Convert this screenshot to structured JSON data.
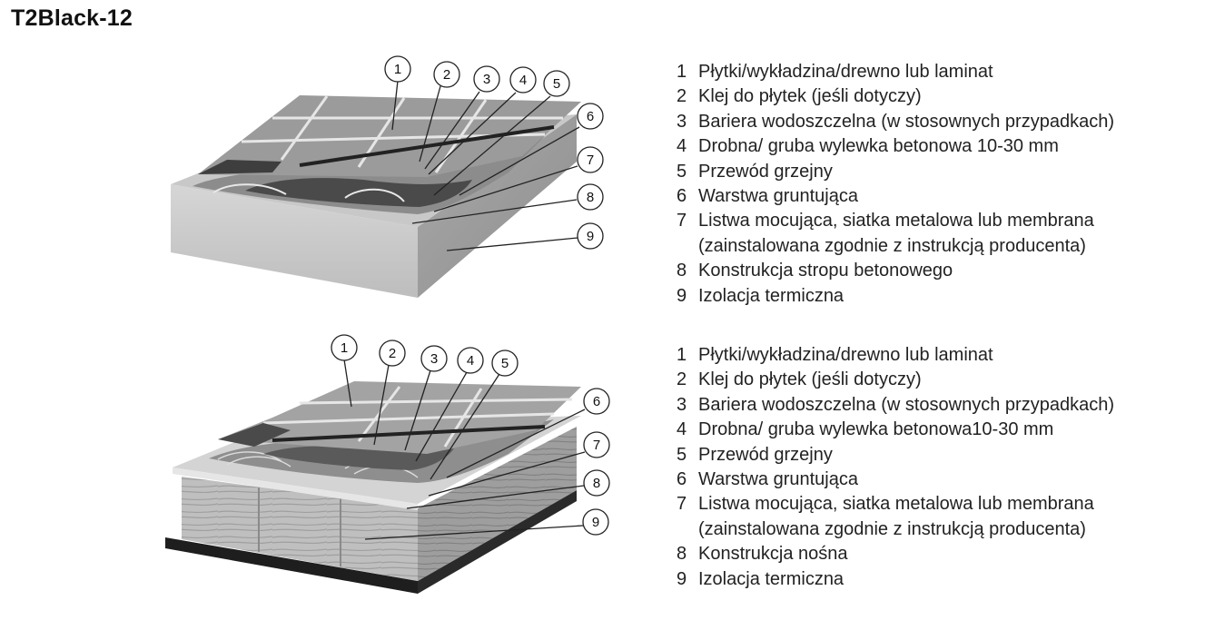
{
  "title": "T2Black-12",
  "callout_labels": [
    "1",
    "2",
    "3",
    "4",
    "5",
    "6",
    "7",
    "8",
    "9"
  ],
  "legend_top": [
    {
      "num": "1",
      "lines": [
        "Płytki/wykładzina/drewno lub laminat"
      ]
    },
    {
      "num": "2",
      "lines": [
        "Klej do płytek (jeśli dotyczy)"
      ]
    },
    {
      "num": "3",
      "lines": [
        "Bariera wodoszczelna (w stosownych przypadkach)"
      ]
    },
    {
      "num": "4",
      "lines": [
        "Drobna/ gruba wylewka betonowa 10-30 mm"
      ]
    },
    {
      "num": "5",
      "lines": [
        "Przewód grzejny"
      ]
    },
    {
      "num": "6",
      "lines": [
        "Warstwa gruntująca"
      ]
    },
    {
      "num": "7",
      "lines": [
        "Listwa mocująca, siatka metalowa lub membrana",
        "(zainstalowana zgodnie z instrukcją producenta)"
      ]
    },
    {
      "num": "8",
      "lines": [
        "Konstrukcja stropu betonowego"
      ]
    },
    {
      "num": "9",
      "lines": [
        "Izolacja termiczna"
      ]
    }
  ],
  "legend_bottom": [
    {
      "num": "1",
      "lines": [
        "Płytki/wykładzina/drewno lub laminat"
      ]
    },
    {
      "num": "2",
      "lines": [
        "Klej do płytek (jeśli dotyczy)"
      ]
    },
    {
      "num": "3",
      "lines": [
        "Bariera wodoszczelna (w stosownych przypadkach)"
      ]
    },
    {
      "num": "4",
      "lines": [
        "Drobna/ gruba wylewka betonowa10-30 mm"
      ]
    },
    {
      "num": "5",
      "lines": [
        "Przewód grzejny"
      ]
    },
    {
      "num": "6",
      "lines": [
        "Warstwa gruntująca"
      ]
    },
    {
      "num": "7",
      "lines": [
        "Listwa mocująca, siatka metalowa lub membrana",
        "(zainstalowana zgodnie z instrukcją producenta)"
      ]
    },
    {
      "num": "8",
      "lines": [
        "Konstrukcja nośna"
      ]
    },
    {
      "num": "9",
      "lines": [
        "Izolacja termiczna"
      ]
    }
  ]
}
